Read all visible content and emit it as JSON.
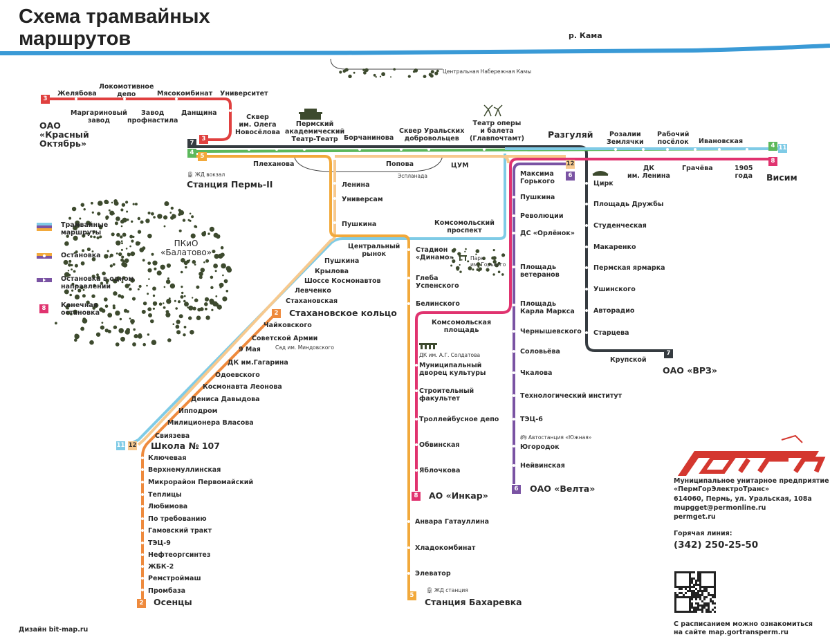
{
  "title_line1": "Схема трамвайных",
  "title_line2": "маршрутов",
  "river_label": "р. Кама",
  "embankment_label": "Центральная Набережная Камы",
  "esplanade_label": "Эспланада",
  "colors": {
    "route_2": "#ee8a3d",
    "route_3": "#e0403f",
    "route_4": "#5cb85c",
    "route_5": "#f2a93b",
    "route_6": "#7a53a3",
    "route_7": "#353b40",
    "route_8": "#e0336f",
    "route_11": "#7fcbe6",
    "route_12": "#f7c98e",
    "river": "#3a9ad6",
    "park_dot": "#3d4a2e",
    "logo_red": "#d4372f"
  },
  "legend": {
    "routes": "Трамвайные маршруты",
    "stop": "Остановка",
    "one_way": "Остановка в одном направлении",
    "terminal": "Конечная остановка",
    "terminal_number": "8"
  },
  "park": {
    "name": "ПКиО «Балатово»"
  },
  "route_numbers": {
    "r2": "2",
    "r3": "3",
    "r4": "4",
    "r5": "5",
    "r6": "6",
    "r7": "7",
    "r8": "8",
    "r11": "11",
    "r12": "12"
  },
  "terminals": {
    "krasny_oktyabr": "ОАО «Красный Октябрь»",
    "stantsiya_perm2": "Станция Пермь-II",
    "zhd_vokzal": "ЖД вокзал",
    "razgulyay": "Разгуляй",
    "visim": "Висим",
    "vrz": "ОАО «ВРЗ»",
    "stakhanovskoe": "Стахановское кольцо",
    "shkola107": "Школа № 107",
    "osentsy": "Осенцы",
    "inkar": "АО «Инкар»",
    "velta": "ОАО «Велта»",
    "bakharevka": "Станция Бахаревка",
    "zhd_stantsiya": "ЖД станция"
  },
  "stops": {
    "zhelyabova": "Желябова",
    "lokomotivnoe": "Локомотивное депо",
    "myasokombinat": "Мясокомбинат",
    "universitet": "Университет",
    "margarinovy": "Маргариновый завод",
    "zavod_profnastila": "Завод профнастила",
    "dantsina": "Данщина",
    "skver_novoselova": "Сквер им. Олега Новосёлова",
    "teatr_teatr": "Пермский академический Театр-Театр",
    "borchaninova": "Борчанинова",
    "skver_uralskikh": "Сквер Уральских добровольцев",
    "teatr_opery": "Театр оперы и балета (Главпочтамт)",
    "rozalii": "Розалии Землячки",
    "rabochy": "Рабочий посёлок",
    "ivanovskaya": "Ивановская",
    "dk_lenina": "ДК им. Ленина",
    "gracheva": "Грачёва",
    "g1905": "1905 года",
    "plekhanova": "Плеханова",
    "popova": "Попова",
    "tsum": "ЦУМ",
    "lenina": "Ленина",
    "universam": "Универсам",
    "pushkina_c": "Пушкина",
    "komsomolsky": "Комсомольский проспект",
    "maksima": "Максима Горького",
    "pushkina_e": "Пушкина",
    "revolyutsii": "Революции",
    "orlenok": "ДС «Орлёнок»",
    "ploshchad_veteranov": "Площадь ветеранов",
    "karla_marksa": "Площадь Карла Маркса",
    "chernyshevskogo": "Чернышевского",
    "solovyova": "Соловьёва",
    "chkalova": "Чкалова",
    "tekhnologichesky": "Технологический институт",
    "tets6": "ТЭЦ-6",
    "avtostantsiya": "Автостанция «Южная»",
    "yugorodok": "Югородок",
    "neyvinskaya": "Нейвинская",
    "tsirk": "Цирк",
    "druzhby": "Площадь Дружбы",
    "studencheskaya": "Студенческая",
    "makarenko": "Макаренко",
    "yarmarka": "Пермская ярмарка",
    "ushinskogo": "Ушинского",
    "avtoradio": "Авторадио",
    "startseva": "Старцева",
    "krupskoy": "Крупской",
    "tsentralny_rynok": "Центральный рынок",
    "dinamo": "Стадион «Динамо»",
    "park_gorkogo": "Парк им. Горького",
    "gleba": "Глеба Успенского",
    "belinskogo": "Белинского",
    "komsomolskaya_pl": "Комсомольская площадь",
    "dk_soldatova": "ДК им. А.Г. Солдатова",
    "mun_dvorets": "Муниципальный дворец культуры",
    "stroitelny": "Строительный факультет",
    "trolleybus": "Троллейбусное депо",
    "obvinskaya": "Обвинская",
    "yablochkova": "Яблочкова",
    "anvara": "Анвара Гатауллина",
    "khladokombinat": "Хладокомбинат",
    "elevator": "Элеватор",
    "pushkina_w": "Пушкина",
    "krylova": "Крылова",
    "shosse": "Шоссе Космонавтов",
    "levchenko": "Левченко",
    "stakhanovskaya": "Стахановская",
    "chaykovskogo": "Чайковского",
    "sovetskoy": "Советской Армии",
    "may9": "9 Мая",
    "sad_mindovskogo": "Сад им. Миндовского",
    "dk_gagarina": "ДК им.Гагарина",
    "odoevskogo": "Одоевского",
    "leonova": "Космонавта Леонова",
    "davydova": "Дениса Давыдова",
    "ippodrom": "Ипподром",
    "vlasova": "Милиционера Власова",
    "sviyazeva": "Свиязева",
    "klyuchevaya": "Ключевая",
    "verkhnemullinskaya": "Верхнемуллинская",
    "pervomaysky": "Микрорайон Первомайский",
    "teplitsy": "Теплицы",
    "lyubimova": "Любимова",
    "po_trebovaniyu": "По требованию",
    "gamovsky": "Гамовский тракт",
    "tets9": "ТЭЦ-9",
    "nefteorgsintez": "Нефтеоргсинтез",
    "zhbk2": "ЖБК-2",
    "remstroymash": "Ремстроймаш",
    "prombaza": "Промбаза"
  },
  "company": {
    "logo_text": "ПГЭТ",
    "line1": "Муниципальное унитарное предприятие",
    "line2": "«ПермГорЭлектроТранс»",
    "line3": "614060, Пермь, ул. Уральская, 108а",
    "line4": "mupgget@permonline.ru",
    "line5": "permget.ru",
    "hotline_label": "Горячая линия:",
    "hotline": "(342) 250-25-50",
    "schedule1": "С расписанием можно ознакомиться",
    "schedule2": "на сайте map.gortransperm.ru"
  },
  "credit": "Дизайн bit-map.ru"
}
